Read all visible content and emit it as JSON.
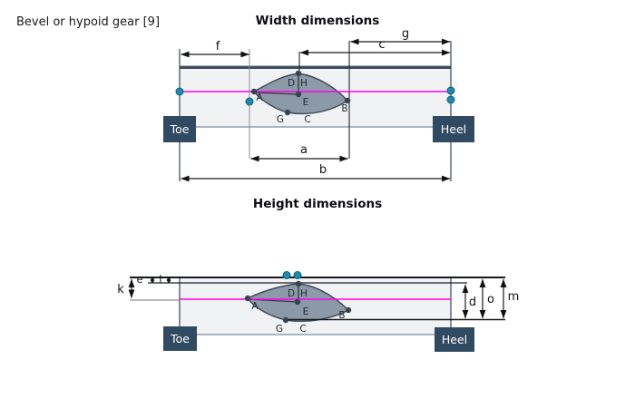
{
  "header": {
    "caption": "Bevel or hypoid gear [9]"
  },
  "width_diagram": {
    "heading": "Width dimensions",
    "toe_label": "Toe",
    "heel_label": "Heel",
    "dim_labels": {
      "f": "f",
      "g": "g",
      "c": "c",
      "a": "a",
      "b": "b"
    },
    "point_labels": {
      "A": "A",
      "B": "B",
      "C": "C",
      "D": "D",
      "E": "E",
      "G": "G",
      "H": "H"
    }
  },
  "height_diagram": {
    "heading": "Height dimensions",
    "toe_label": "Toe",
    "heel_label": "Heel",
    "dim_labels": {
      "k": "k",
      "e": "e",
      "l": "l",
      "d": "d",
      "o": "o",
      "m": "m"
    },
    "point_labels": {
      "A": "A",
      "B": "B",
      "C": "C",
      "D": "D",
      "E": "E",
      "G": "G",
      "H": "H"
    }
  },
  "colors": {
    "pitch_line_magenta": "#ff00f4",
    "marker_teal": "#1d89ae",
    "marker_teal_edge": "#0e637f",
    "patch_fill": "#8c99a6",
    "patch_stroke": "#3b4956",
    "label_box_bg": "#304a61",
    "band_fill": "#f1f2f4",
    "band_edge": "#5d7183"
  }
}
